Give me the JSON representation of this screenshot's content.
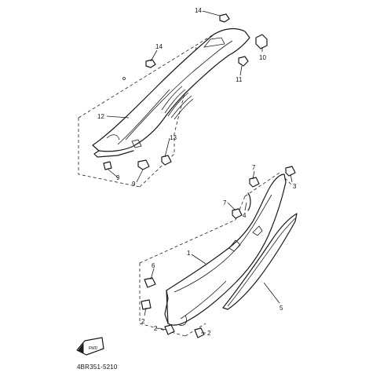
{
  "diagram": {
    "drawing_code": "4BR351-5210",
    "arrow_label": "FWD",
    "callouts": [
      {
        "id": "c14a",
        "label": "14"
      },
      {
        "id": "c14b",
        "label": "14"
      },
      {
        "id": "c10",
        "label": "10"
      },
      {
        "id": "c11",
        "label": "11"
      },
      {
        "id": "c12",
        "label": "12"
      },
      {
        "id": "c13",
        "label": "13"
      },
      {
        "id": "c9a",
        "label": "9"
      },
      {
        "id": "c9b",
        "label": "9"
      },
      {
        "id": "c7a",
        "label": "7"
      },
      {
        "id": "c7b",
        "label": "7"
      },
      {
        "id": "c3",
        "label": "3"
      },
      {
        "id": "c4",
        "label": "4"
      },
      {
        "id": "c1",
        "label": "1"
      },
      {
        "id": "c6",
        "label": "6"
      },
      {
        "id": "c5",
        "label": "5"
      },
      {
        "id": "c2a",
        "label": "2"
      },
      {
        "id": "c2b",
        "label": "2"
      },
      {
        "id": "c2c",
        "label": "2"
      }
    ]
  }
}
